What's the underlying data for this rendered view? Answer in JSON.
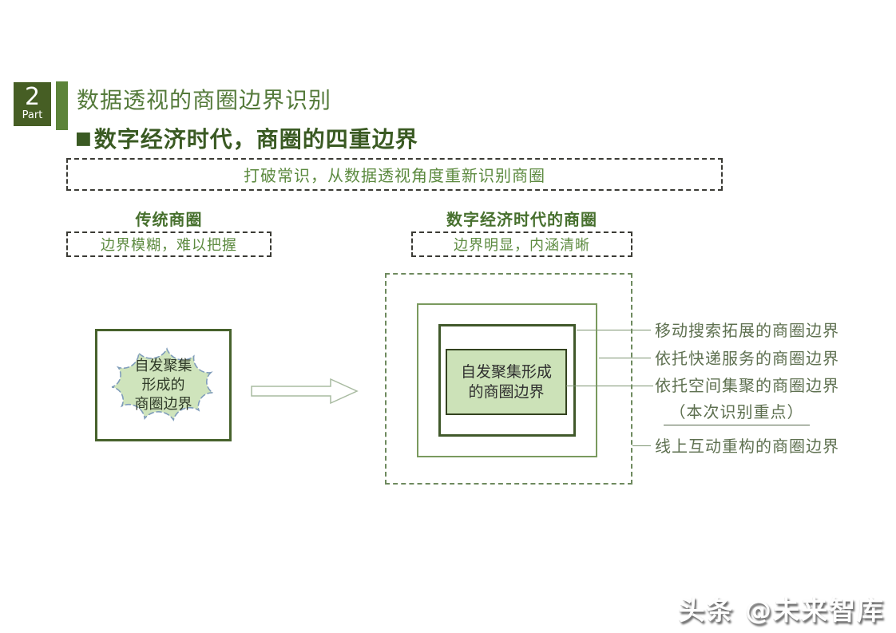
{
  "header": {
    "part_number": "2",
    "part_label": "Part",
    "title": "数据透视的商圈边界识别",
    "subtitle_bullet": "■",
    "subtitle": "数字经济时代，商圈的四重边界"
  },
  "banner": {
    "text": "打破常识，从数据透视角度重新识别商圈"
  },
  "columns": {
    "left": {
      "title": "传统商圈",
      "tag": "边界模糊，难以把握"
    },
    "right": {
      "title": "数字经济时代的商圈",
      "tag": "边界明显，内涵清晰"
    }
  },
  "diagram": {
    "cloud_lines": [
      "自发聚集",
      "形成的",
      "商圈边界"
    ],
    "inner_box_lines": [
      "自发聚集形成",
      "的商圈边界"
    ],
    "labels": [
      "移动搜索拓展的商圈边界",
      "依托快递服务的商圈边界",
      "依托空间集聚的商圈边界",
      "（本次识别重点）",
      "线上互动重构的商圈边界"
    ]
  },
  "watermark": "头条 @未来智库",
  "colors": {
    "badge_bg": "#465e24",
    "accent_bar": "#5c8339",
    "title_green": "#547a3a",
    "heading_dark_green": "#3a5a23",
    "banner_text_green": "#5c8a3f",
    "dashed_border_dark": "#3b3b35",
    "outer_dashed_green": "#6e8a5e",
    "mid_border_green": "#7a9a5e",
    "dark_border_green": "#41592b",
    "fill_light_green": "#cce2b8",
    "cloud_border_blue": "#7f9cba",
    "label_green": "#5e7050",
    "connector_green": "#7d9471"
  }
}
